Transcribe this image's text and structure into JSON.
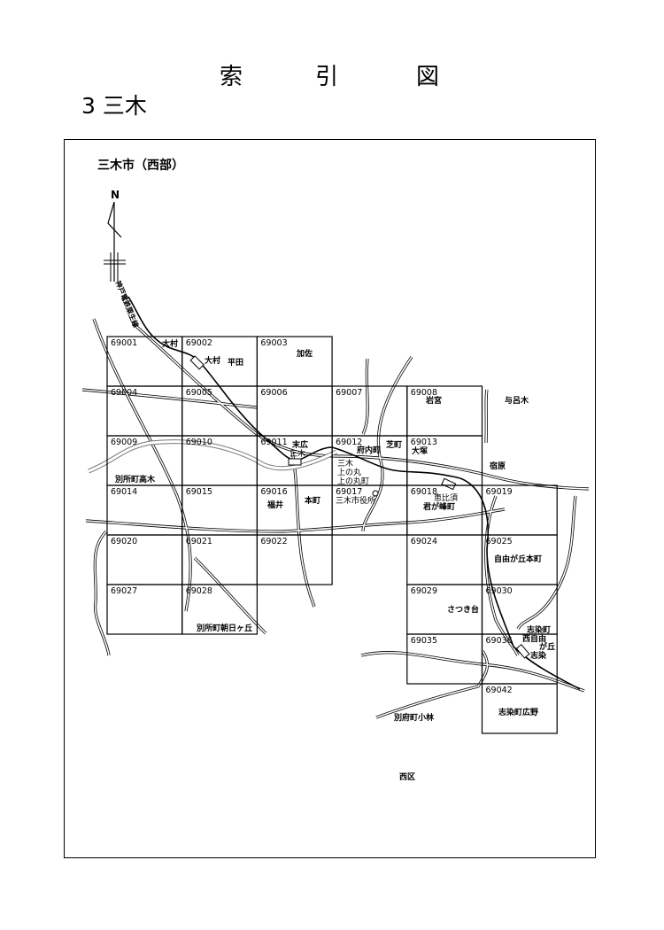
{
  "header": {
    "title_chars": [
      "索",
      "引",
      "図"
    ],
    "subtitle": "3 三木"
  },
  "map": {
    "title": "三木市（西部）",
    "north": "N",
    "railway": "神戸電鉄粟生線",
    "cells": [
      "69001",
      "69002",
      "69003",
      "69004",
      "69005",
      "69006",
      "69007",
      "69008",
      "69009",
      "69010",
      "69011",
      "69012",
      "69013",
      "69014",
      "69015",
      "69016",
      "69017",
      "69018",
      "69019",
      "69020",
      "69021",
      "69022",
      "69024",
      "69025",
      "69027",
      "69028",
      "69029",
      "69030",
      "69035",
      "69036",
      "69042"
    ],
    "places": {
      "omura1": "大村",
      "omura2": "大村",
      "hirata": "平田",
      "kasa": "加佐",
      "iwamiya": "岩宮",
      "yorogi": "与呂木",
      "suehiro": "末広",
      "miki_st": "三木",
      "funaicho": "府内町",
      "shibamachi": "芝町",
      "otsuka": "大塚",
      "shukuhara": "宿原",
      "miki2": "三木",
      "kaminomaru": "上の丸",
      "kaminomarucho": "上の丸町",
      "takagi": "別所町高木",
      "fukui": "福井",
      "honmachi": "本町",
      "cityhall": "三木市役所",
      "ebisu": "恵比須",
      "kimigamine": "君が峰町",
      "jiyugaoka_hon": "自由が丘本町",
      "satsukidai": "さつき台",
      "shijimicho": "志染町",
      "nishijiyu": "西自由",
      "gaoka": "が丘",
      "shijimi": "志染",
      "asahigaoka": "別所町朝日ヶ丘",
      "kobayashi": "別府町小林",
      "hirono": "志染町広野",
      "nishiku": "西区"
    }
  }
}
